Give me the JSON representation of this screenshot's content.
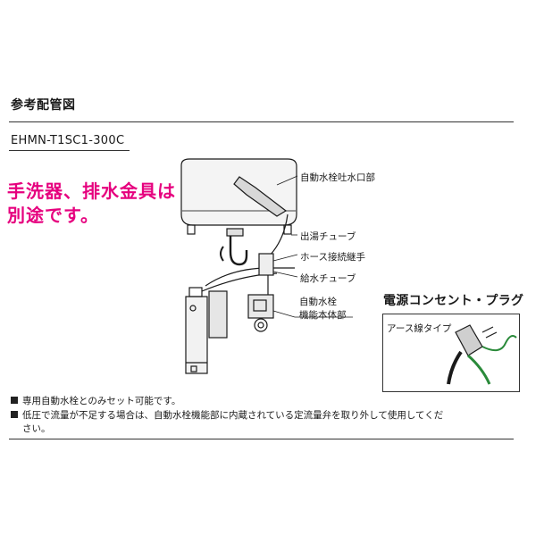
{
  "header": {
    "section_title": "参考配管図",
    "model": "EHMN-T1SC1-300C"
  },
  "notice_magenta": "手洗器、排水金具は別途です。",
  "callouts": {
    "spout": "自動水栓吐水口部",
    "hot_tube": "出湯チューブ",
    "hose_joint": "ホース接続継手",
    "supply_tube": "給水チューブ",
    "unit_line1": "自動水栓",
    "unit_line2": "機能本体部"
  },
  "power": {
    "title": "電源コンセント・プラグ",
    "earth_type": "アース線タイプ"
  },
  "notes": [
    "専用自動水栓とのみセット可能です。",
    "低圧で流量が不足する場合は、自動水栓機能部に内蔵されている定流量弁を取り外して使用してくだ",
    "さい。"
  ],
  "colors": {
    "magenta_text": "#e6007e",
    "earth_wire": "#2a8a3a",
    "line": "#1a1a1a"
  }
}
